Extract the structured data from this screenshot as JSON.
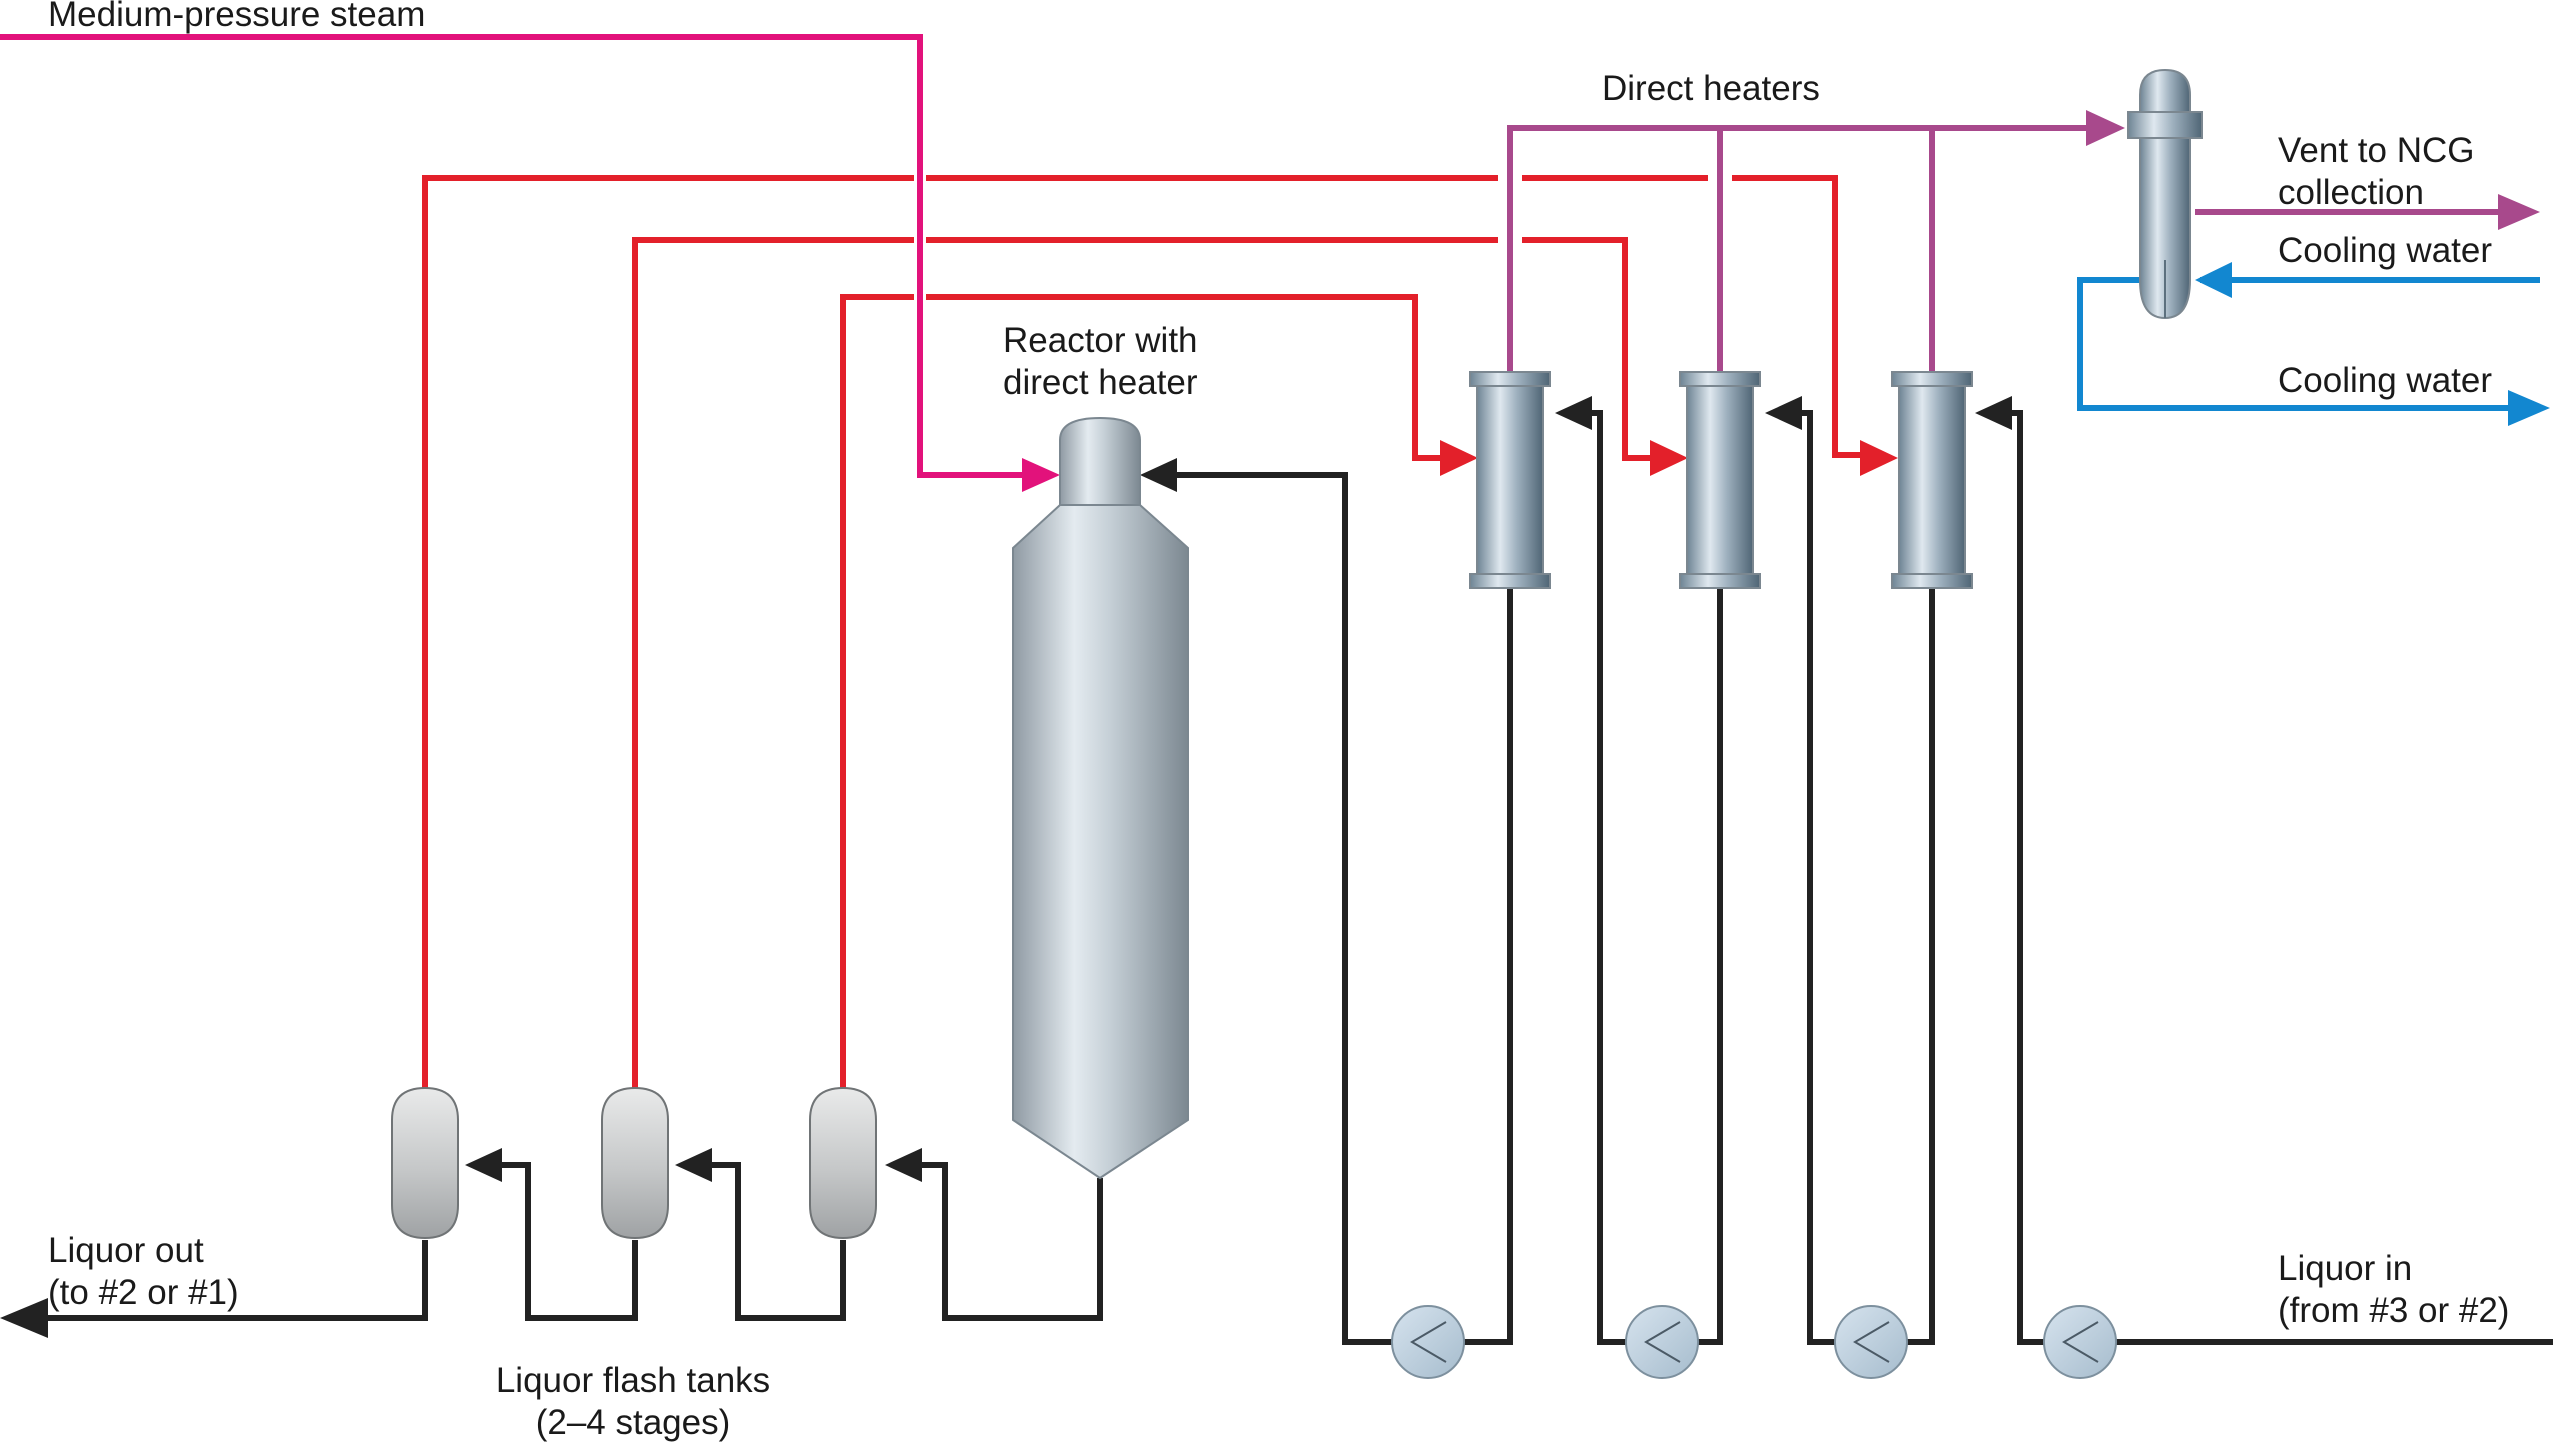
{
  "labels": {
    "steam": "Medium-pressure steam",
    "direct_heaters": "Direct heaters",
    "reactor_line1": "Reactor with",
    "reactor_line2": "direct heater",
    "vent_line1": "Vent to NCG",
    "vent_line2": "collection",
    "cooling_water_in": "Cooling water",
    "cooling_water_out": "Cooling water",
    "liquor_out_line1": "Liquor out",
    "liquor_out_line2": "(to #2 or #1)",
    "liquor_in_line1": "Liquor in",
    "liquor_in_line2": "(from #3 or #2)",
    "flash_tanks_line1": "Liquor flash tanks",
    "flash_tanks_line2": "(2–4 stages)"
  },
  "colors": {
    "steam": "#e2127b",
    "flash_vapor": "#e3202a",
    "liquor": "#222222",
    "heater_vent": "#a8498c",
    "cooling_water": "#1287d0"
  }
}
